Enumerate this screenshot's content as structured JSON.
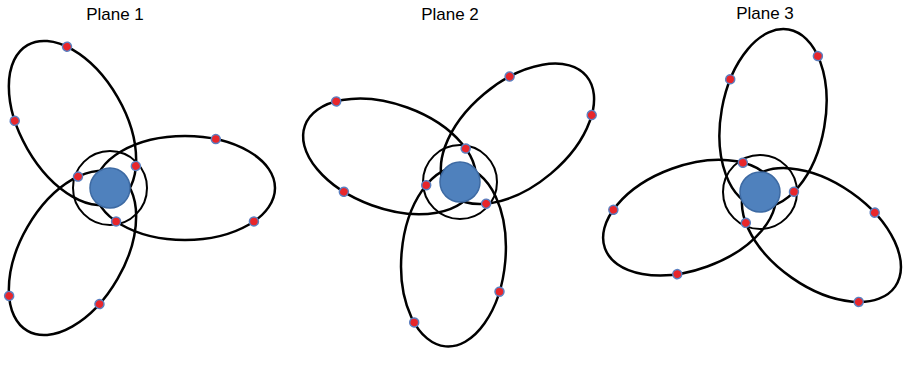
{
  "diagram": {
    "labels": [
      "Plane 1",
      "Plane 2",
      "Plane 3"
    ]
  }
}
